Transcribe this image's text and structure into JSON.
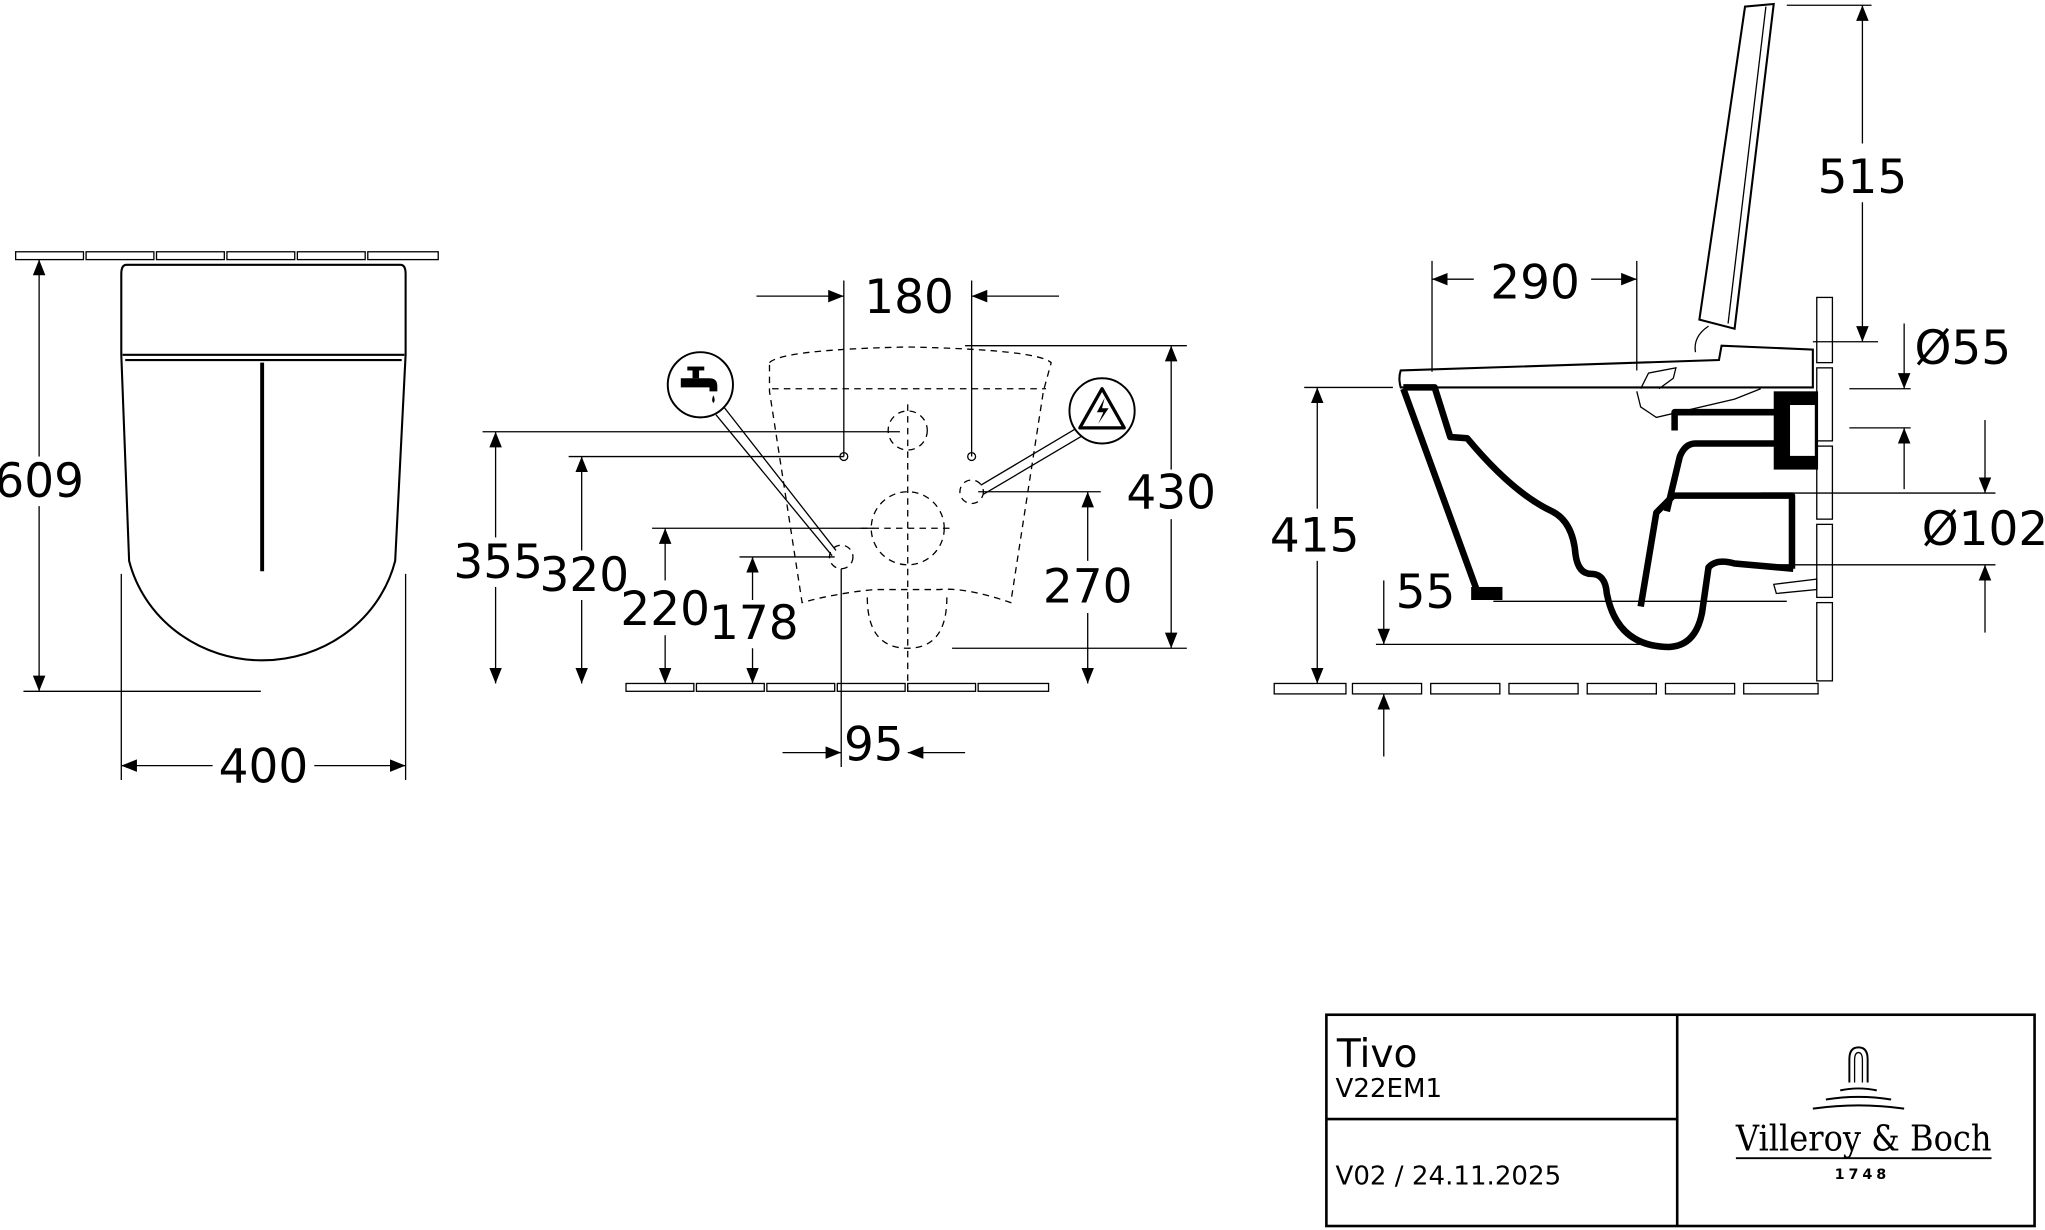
{
  "front_view": {
    "height_label": "609",
    "width_label": "400"
  },
  "installation_view": {
    "labels": {
      "d180": "180",
      "d430": "430",
      "d355": "355",
      "d320": "320",
      "d220": "220",
      "d178": "178",
      "d270": "270",
      "d95": "95"
    },
    "icons": [
      "water-tap-icon",
      "electrical-warning-icon"
    ]
  },
  "side_view": {
    "labels": {
      "d515": "515",
      "d290": "290",
      "d55_dia": "Ø55",
      "d102_dia": "Ø102",
      "d415": "415",
      "d55": "55"
    }
  },
  "title_block": {
    "product_name": "Tivo",
    "article_number": "V22EM1",
    "version_date": "V02 / 24.11.2025",
    "brand": "Villeroy & Boch",
    "brand_year": "1748"
  }
}
